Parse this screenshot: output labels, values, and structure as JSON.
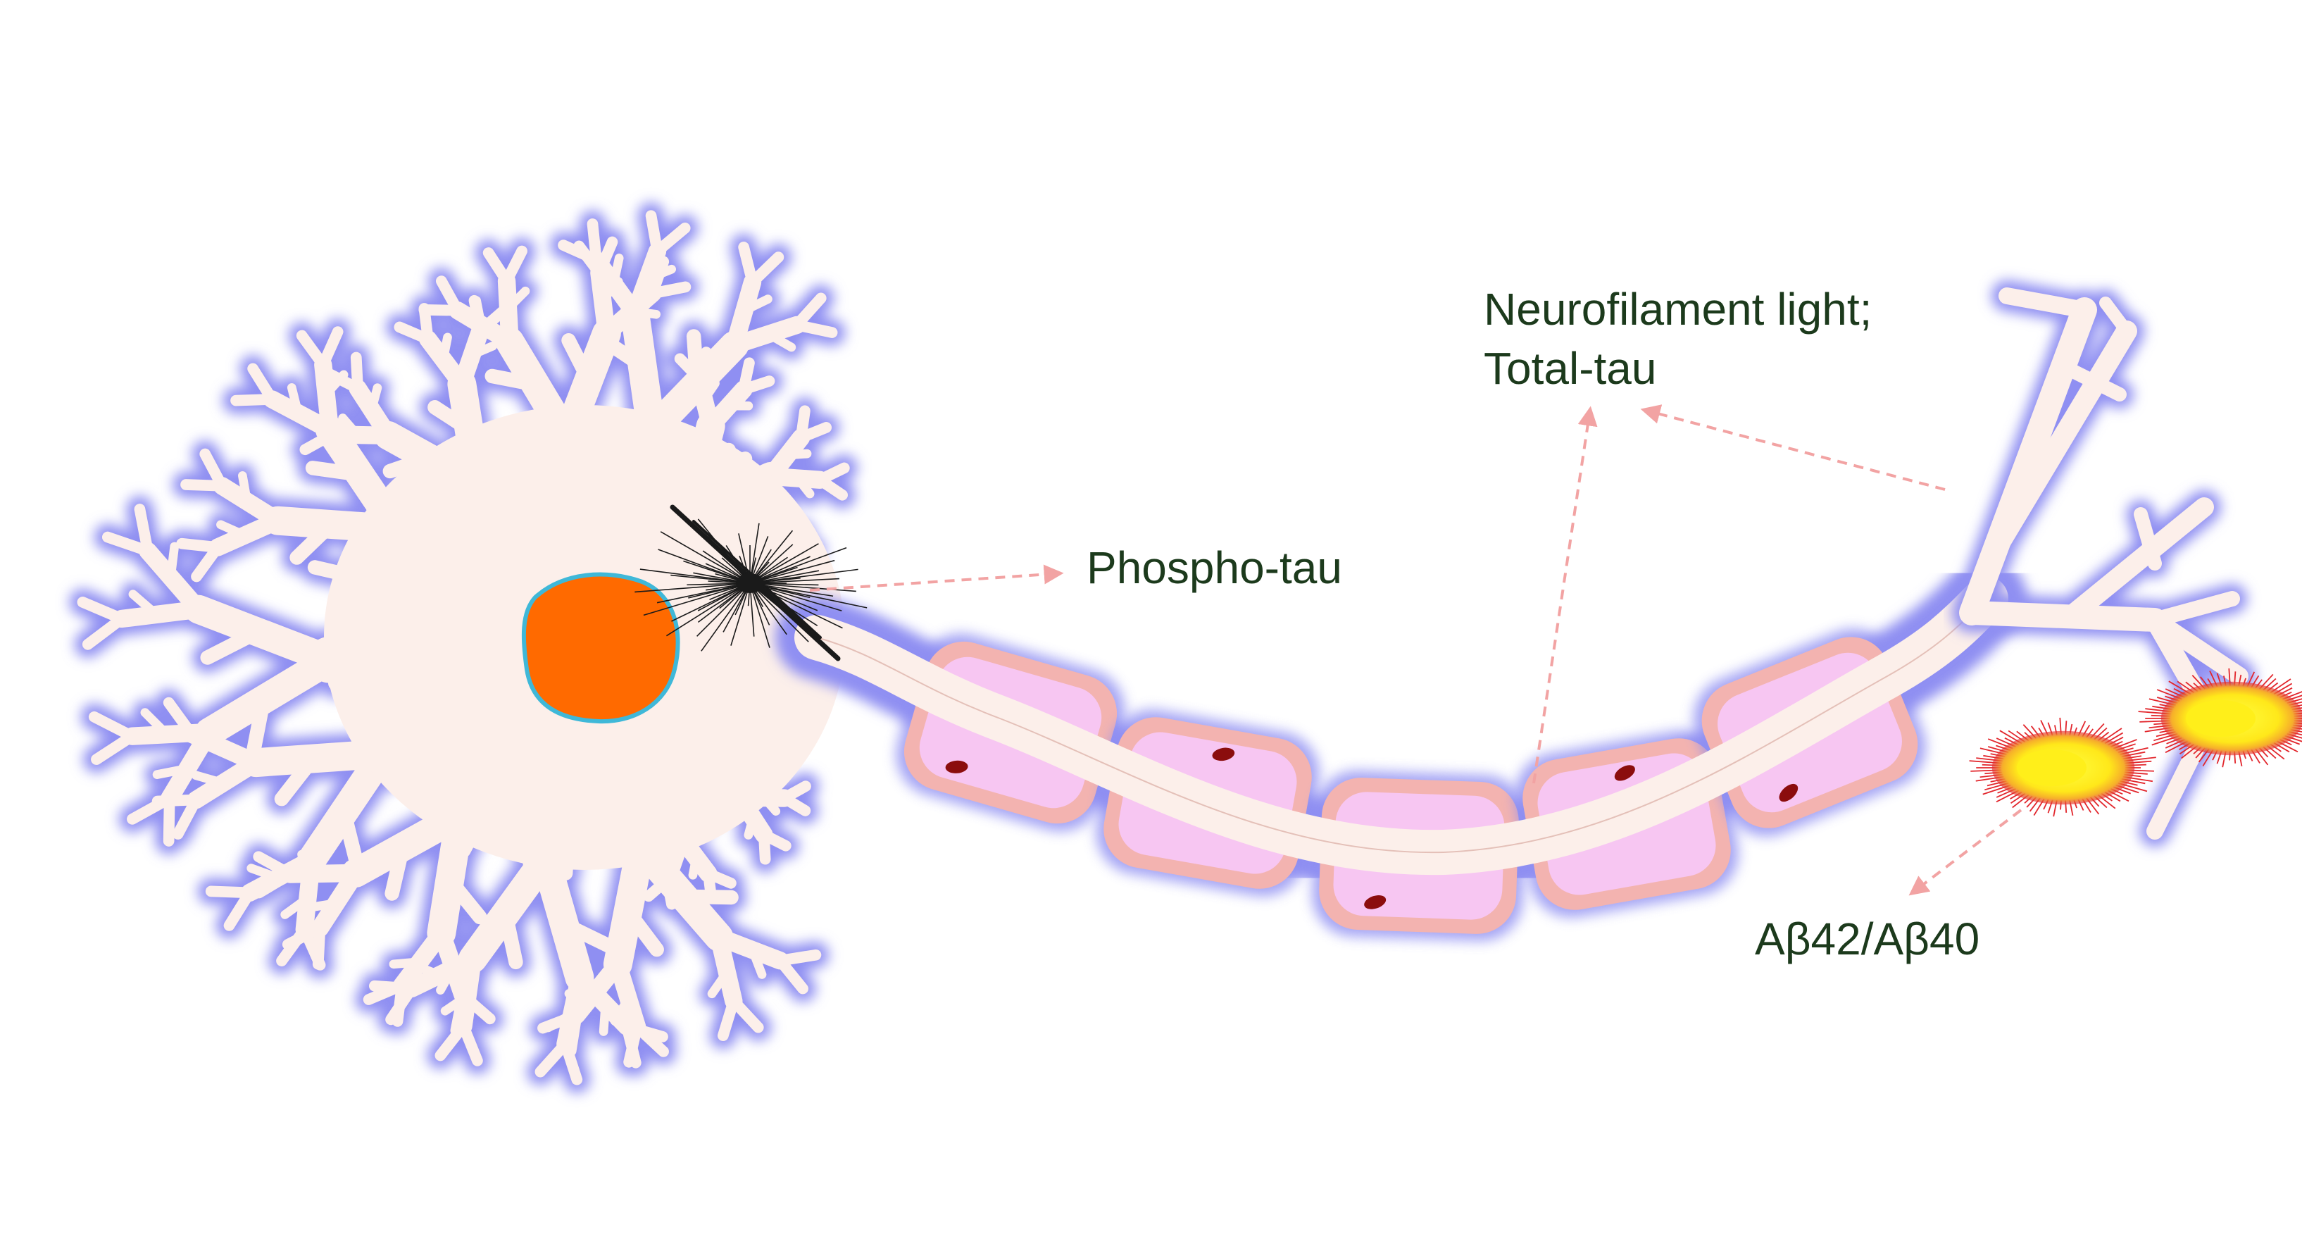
{
  "labels": {
    "phospho_tau": "Phospho-tau",
    "nfl_line1": "Neurofilament light;",
    "nfl_line2": "Total-tau",
    "abeta": "Aβ42/Aβ40"
  },
  "colors": {
    "cell_fill": "#fcefea",
    "cell_glow": "#8f8ff2",
    "nucleus": "#ff6a00",
    "nucleus_ring": "#3fb8d8",
    "myelin_outer": "#f3b3b0",
    "myelin_inner": "#f7c6f2",
    "schwann_nucleus": "#8b0d0d",
    "plaque_core": "#ffef1a",
    "plaque_fringe": "#e2262c",
    "tangle": "#1a1a1a",
    "pointer": "#f2a3a3",
    "label_text": "#1c3a1c"
  },
  "icons": {
    "tangle": "neurofibrillary-tangle-icon",
    "plaque": "amyloid-plaque-icon"
  }
}
